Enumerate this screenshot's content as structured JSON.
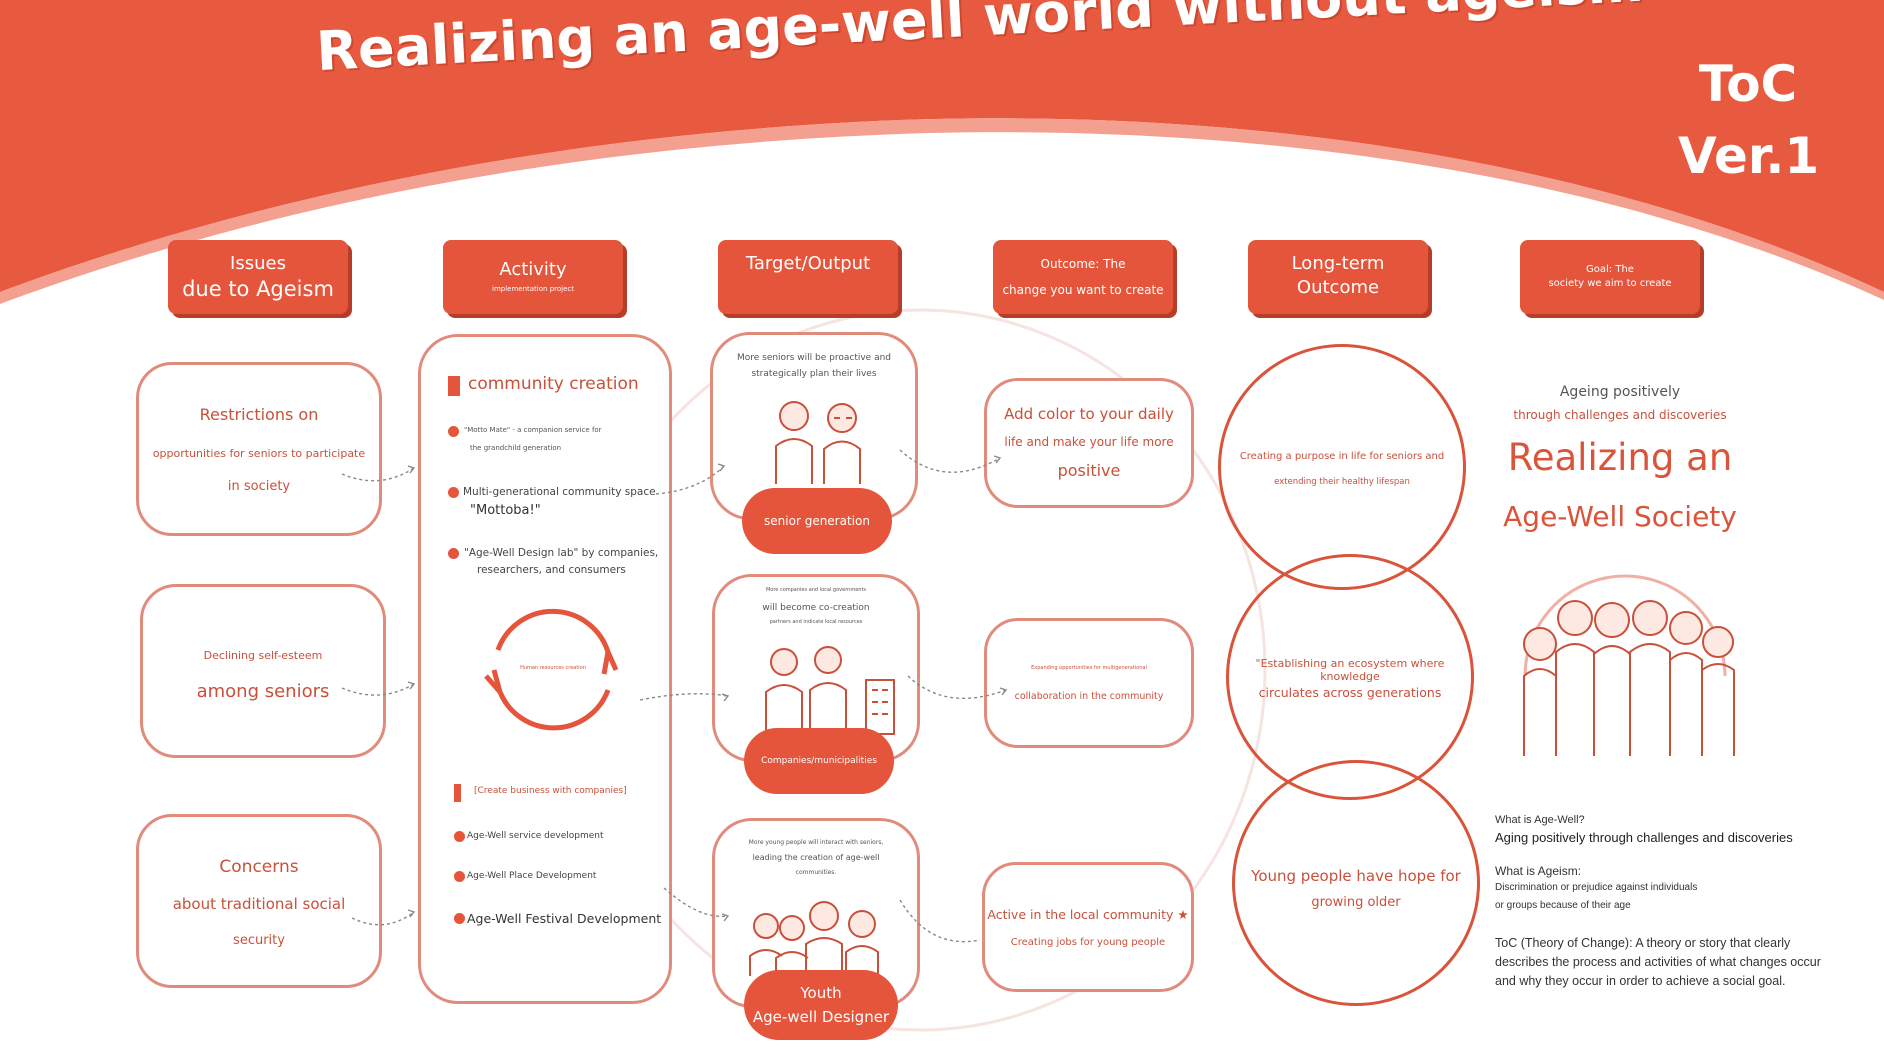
{
  "header": {
    "title": "Realizing an age-well world without ageism",
    "version_line1": "ToC",
    "version_line2": "Ver.1"
  },
  "columns": {
    "issues": {
      "line1": "Issues",
      "line2": "due to Ageism"
    },
    "activity": {
      "line1": "Activity",
      "line2": "implementation project"
    },
    "target": {
      "line1": "Target/Output"
    },
    "outcome": {
      "line1": "Outcome: The",
      "line2": "change you want to create"
    },
    "longterm": {
      "line1": "Long-term Outcome"
    },
    "goal": {
      "line1": "Goal: The",
      "line2": "society we aim to create"
    }
  },
  "issues": [
    {
      "l1": "Restrictions on",
      "l2": "opportunities for seniors to participate",
      "l3": "in society"
    },
    {
      "l1": "Declining self-esteem",
      "l2": "among seniors"
    },
    {
      "l1": "Concerns",
      "l2": "about traditional social",
      "l3": "security"
    }
  ],
  "activity": {
    "section1": "community creation",
    "item1a": "\"Motto Mate\" - a companion service for",
    "item1b": "the grandchild generation",
    "item2a": "Multi-generational community space",
    "item2b": "\"Mottoba!\"",
    "item3a": "\"Age-Well Design lab\" by companies,",
    "item3b": "researchers, and consumers",
    "cycle_label": "Human resources creation",
    "section2": "[Create business with companies]",
    "biz1": "Age-Well service development",
    "biz2": "Age-Well Place Development",
    "biz3": "Age-Well Festival Development"
  },
  "targets": [
    {
      "desc1": "More seniors will be proactive and",
      "desc2": "strategically plan their lives",
      "pill": "senior generation"
    },
    {
      "desc0": "More companies and local governments",
      "desc1": "will become co-creation",
      "desc2": "partners and indicate local resources",
      "pill": "Companies/municipalities"
    },
    {
      "desc0": "More young people will interact with seniors,",
      "desc1": "leading the creation of age-well",
      "desc2": "communities.",
      "pill1": "Youth",
      "pill2": "Age-well Designer"
    }
  ],
  "outcomes": [
    {
      "l1": "Add color to your daily",
      "l2": "life and make your life more",
      "l3": "positive"
    },
    {
      "l1": "Expanding opportunities for multigenerational",
      "l2": "collaboration in the community"
    },
    {
      "l1": "Active in the local community ★",
      "l2": "Creating jobs for young people"
    }
  ],
  "longterm": [
    {
      "l1": "Creating a purpose in life for seniors and",
      "l2": "extending their healthy lifespan"
    },
    {
      "l1": "\"Establishing an ecosystem where knowledge",
      "l2": "circulates across generations"
    },
    {
      "l1": "Young people have hope for",
      "l2": "growing older"
    }
  ],
  "goal": {
    "sub1": "Ageing positively",
    "sub2": "through challenges and discoveries",
    "big1": "Realizing an",
    "big2": "Age-Well Society"
  },
  "notes": {
    "q1": "What is Age-Well?",
    "a1": "Aging positively through challenges and discoveries",
    "q2": "What is Ageism:",
    "a2a": "Discrimination or prejudice against individuals",
    "a2b": "or groups because of their age",
    "toc1": "ToC (Theory of Change): A theory or story that clearly",
    "toc2": "describes the process and activities of what changes occur",
    "toc3": "and why they occur in order to achieve a social goal."
  },
  "colors": {
    "accent": "#e4553b",
    "accent_dark": "#b83d28",
    "outline": "#e08b7c"
  }
}
